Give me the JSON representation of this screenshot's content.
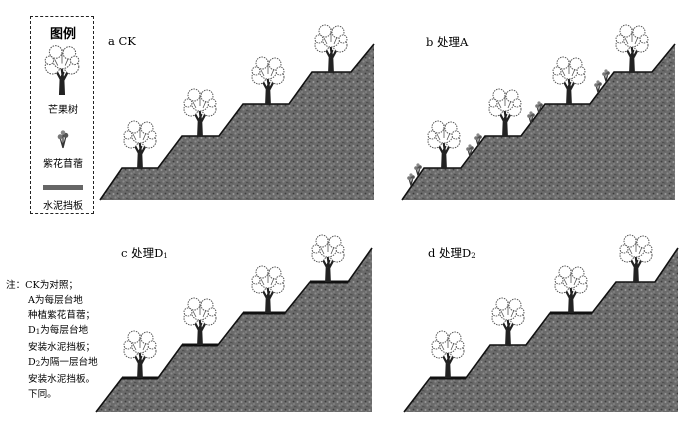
{
  "legend": {
    "title": "图例",
    "items": [
      {
        "label": "芒果树",
        "icon": "mango-tree-icon"
      },
      {
        "label": "紫花苜蓿",
        "icon": "alfalfa-icon"
      },
      {
        "label": "水泥挡板",
        "icon": "cement-board-icon"
      }
    ]
  },
  "panels": [
    {
      "id": "a",
      "label": "a  CK",
      "alfalfa": false,
      "boards": "none"
    },
    {
      "id": "b",
      "label": "b  处理A",
      "alfalfa": true,
      "boards": "none"
    },
    {
      "id": "c",
      "label_main": "c  处理D",
      "label_sub": "1",
      "alfalfa": false,
      "boards": "every"
    },
    {
      "id": "d",
      "label_main": "d  处理D",
      "label_sub": "2",
      "alfalfa": false,
      "boards": "alternate"
    }
  ],
  "note": {
    "line1": "注：CK为对照；",
    "line2": "A为每层台地",
    "line3": "种植紫花苜蓿；",
    "line4_pre": "D",
    "line4_sub": "1",
    "line4_post": "为每层台地",
    "line5": "安装水泥挡板；",
    "line6_pre": "D",
    "line6_sub": "2",
    "line6_post": "为隔一层台地",
    "line7": "安装水泥挡板。",
    "line8": "下同。"
  },
  "colors": {
    "ground": "#6f6f6f",
    "board": "#111111",
    "tree": "#333333"
  }
}
